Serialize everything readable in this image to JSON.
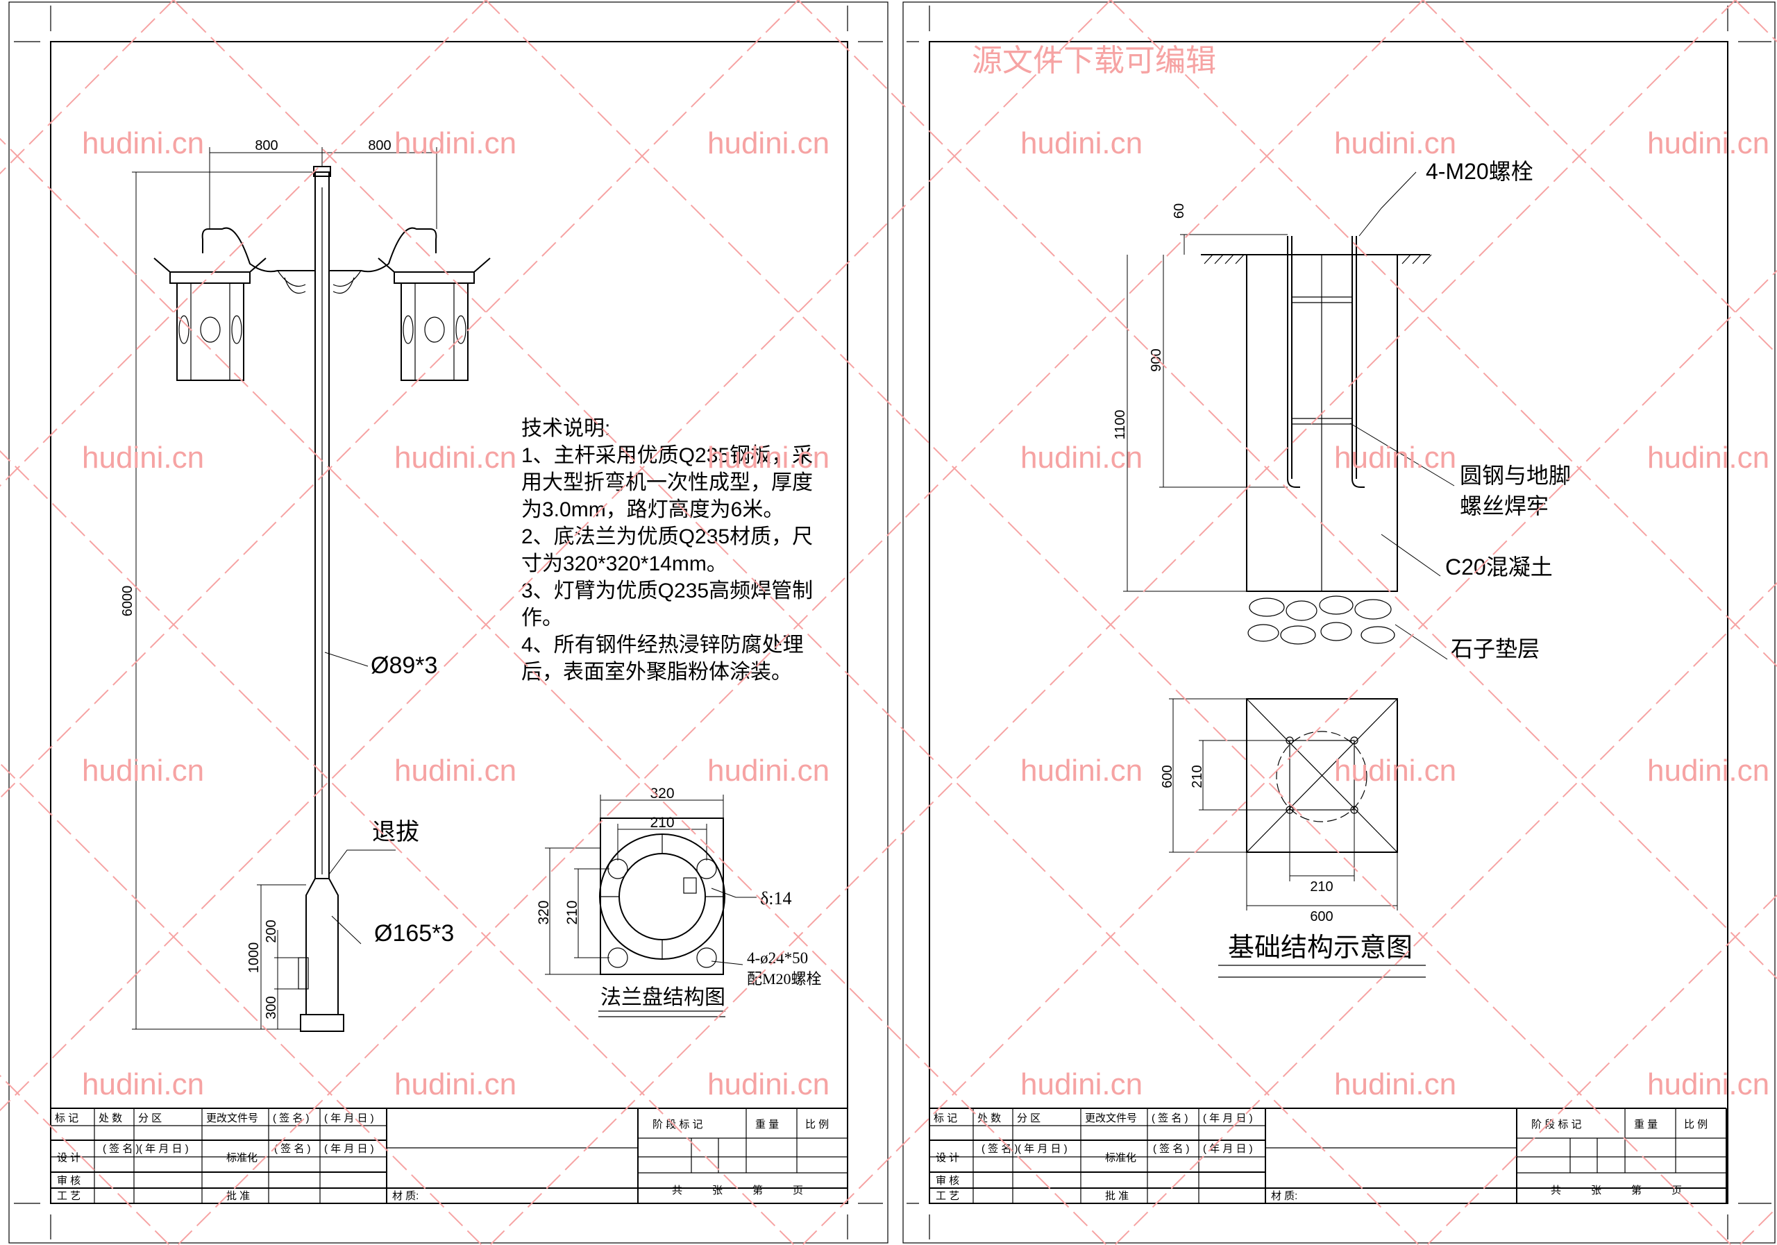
{
  "watermark": {
    "big": "源文件下载可编辑",
    "small": "hudini.cn",
    "color": "#f6a3a3"
  },
  "left_sheet": {
    "dims": {
      "arm_left": "800",
      "arm_right": "800",
      "height": "6000",
      "base_height": "1000",
      "dim_200": "200",
      "dim_300": "300"
    },
    "labels": {
      "pole_upper": "Ø89*3",
      "taper": "退拔",
      "pole_lower": "Ø165*3"
    },
    "notes": [
      "技术说明:",
      "1、主杆采用优质Q235钢板，采",
      "用大型折弯机一次性成型，厚度",
      "为3.0mm，路灯高度为6米。",
      "2、底法兰为优质Q235材质，尺",
      "寸为320*320*14mm。",
      "3、灯臂为优质Q235高频焊管制",
      "作。",
      "4、所有钢件经热浸锌防腐处理",
      "后，表面室外聚脂粉体涂装。"
    ],
    "flange": {
      "title": "法兰盘结构图",
      "w_outer": "320",
      "w_inner": "210",
      "h_outer": "320",
      "h_inner": "210",
      "thickness": "δ:14",
      "holes": "4-ø24*50",
      "bolts": "配M20螺栓"
    }
  },
  "right_sheet": {
    "labels": {
      "bolts": "4-M20螺栓",
      "weld_1": "圆钢与地脚",
      "weld_2": "螺丝焊牢",
      "concrete": "C20混凝土",
      "gravel": "石子垫层"
    },
    "dims": {
      "d60": "60",
      "d900": "900",
      "d1100": "1100",
      "plan_h_outer": "600",
      "plan_h_inner": "210",
      "plan_w_inner": "210",
      "plan_w_outer": "600"
    },
    "title": "基础结构示意图"
  },
  "title_block": {
    "row1": [
      "标 记",
      "处 数",
      "分 区",
      "更改文件号",
      "( 签 名 )",
      "( 年 月 日 )"
    ],
    "design": "设 计",
    "sign": "( 签 名 )",
    "date": "( 年 月 日 )",
    "std": "标准化",
    "review": "审 核",
    "craft": "工 艺",
    "approve": "批 准",
    "material": "材 质:",
    "stage": "阶 段 标 记",
    "weight": "重 量",
    "scale": "比 例",
    "pages": [
      "共",
      "张",
      "第",
      "页"
    ]
  }
}
